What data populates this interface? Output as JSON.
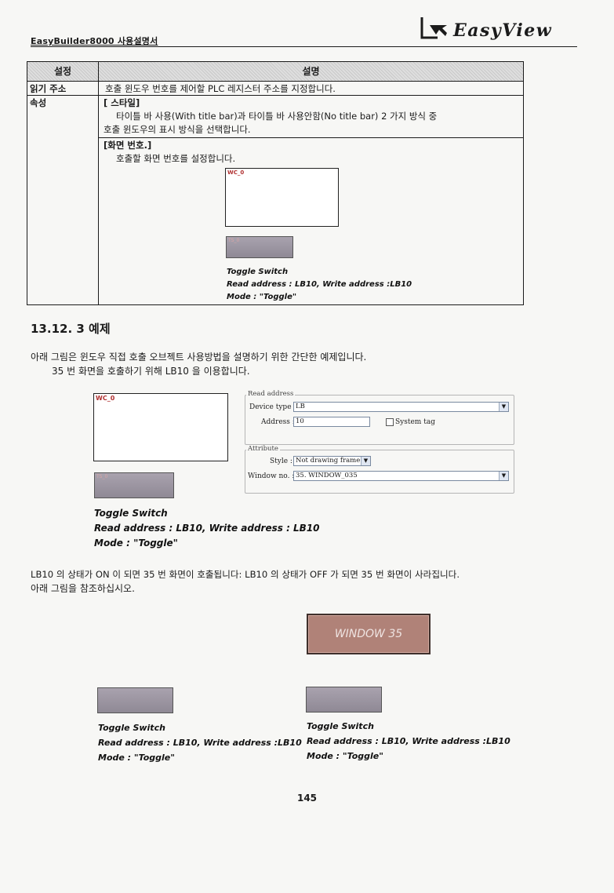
{
  "header": {
    "doc_title": "EasyBuilder8000 사용설명서",
    "logo_text": "EasyView"
  },
  "table": {
    "col_setting": "설정",
    "col_desc": "설명",
    "rows": [
      {
        "setting": "읽기 주소",
        "desc": "호출 윈도우 번호를 제어할 PLC 레지스터 주소를 지정합니다."
      },
      {
        "setting": "속성"
      }
    ],
    "style_title": "[ 스타일]",
    "style_desc_1": "타이틀 바 사용(With title bar)과 타이틀 바 사용안함(No title bar) 2 가지 방식 중",
    "style_desc_2": "호출 윈도우의 표시 방식을 선택합니다.",
    "screen_title": "[화면 번호.]",
    "screen_desc": "호출할 화면 번호를 설정합니다.",
    "wc_label": "WC_0",
    "ts_label": "TS_0",
    "caption": {
      "l1": "Toggle Switch",
      "l2": "Read address : LB10, Write address :LB10",
      "l3": "Mode : \"Toggle\""
    }
  },
  "section": {
    "title": "13.12. 3 예제",
    "p1": "아래 그림은 윈도우 직접 호출 오브젝트 사용방법을 설명하기 위한 간단한 예제입니다.",
    "p2": "35 번 화면을 호출하기 위해 LB10 을 이용합니다."
  },
  "example": {
    "wc_label": "WC_0",
    "ts_label": "TS_0",
    "caption": {
      "l1": "Toggle Switch",
      "l2": "Read address : LB10, Write address : LB10",
      "l3": "Mode : \"Toggle\""
    }
  },
  "dialog": {
    "read_address_group": "Read address",
    "device_type_label": "Device type :",
    "device_type_value": "LB",
    "address_label": "Address :",
    "address_value": "10",
    "system_tag_label": "System tag",
    "attribute_group": "Attribute",
    "style_label": "Style :",
    "style_value": "Not drawing frame",
    "window_no_label": "Window no. :",
    "window_no_value": "35. WINDOW_035"
  },
  "explain": {
    "p1": "LB10 의 상태가 ON 이 되면 35 번 화면이 호출됩니다: LB10 의 상태가 OFF 가 되면 35 번 화면이 사라집니다.",
    "p2": "아래 그림을 참조하십시오."
  },
  "bottom": {
    "window_label": "WINDOW 35",
    "left_caption": {
      "l1": "Toggle Switch",
      "l2": "Read address : LB10, Write address :LB10",
      "l3": "Mode : \"Toggle\""
    },
    "right_caption": {
      "l1": "Toggle Switch",
      "l2": "Read address : LB10, Write address :LB10",
      "l3": "Mode : \"Toggle\""
    }
  },
  "page_number": "145"
}
